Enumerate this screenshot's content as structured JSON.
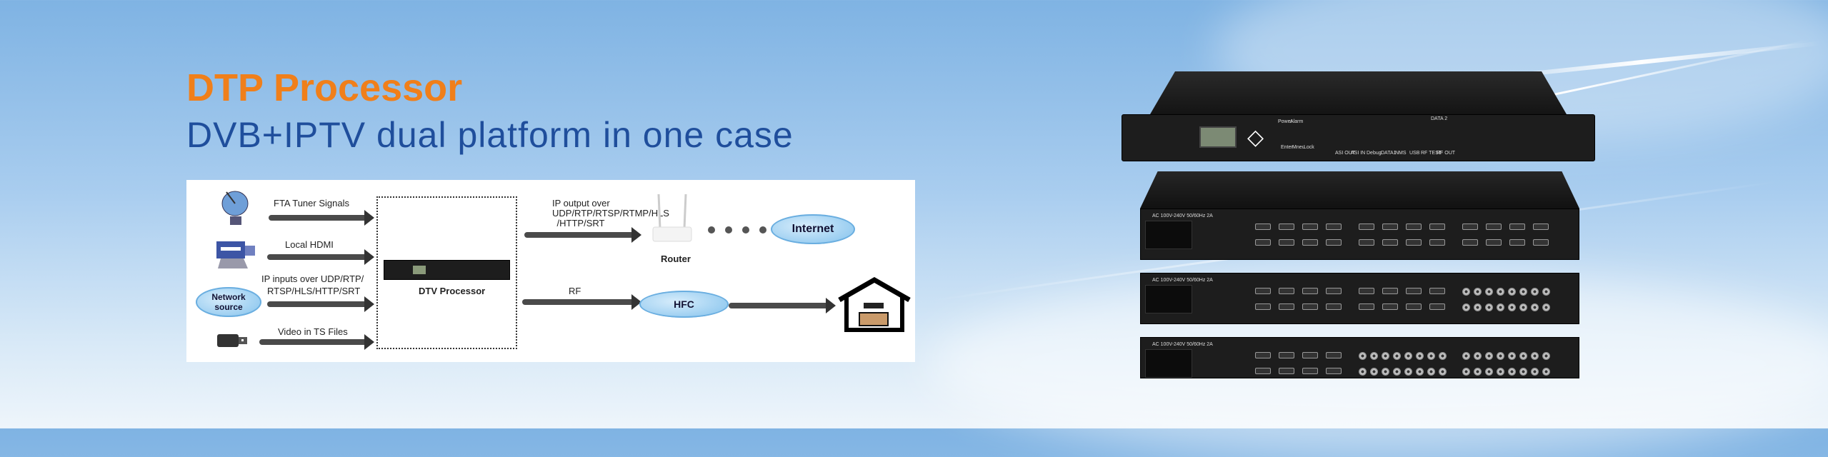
{
  "header": {
    "title": "DTP Processor",
    "subtitle": "DVB+IPTV dual platform in one case"
  },
  "diagram": {
    "inputs": [
      "FTA Tuner Signals",
      "Local HDMI",
      "IP inputs over UDP/RTP/",
      "RTSP/HLS/HTTP/SRT",
      "Video in TS Files"
    ],
    "network_source": [
      "Network",
      "source"
    ],
    "processor": "DTV Processor",
    "ip_output": [
      "IP output over",
      "UDP/RTP/RTSP/RTMP/HLS",
      "/HTTP/SRT"
    ],
    "router": "Router",
    "internet": "Internet",
    "rf": "RF",
    "hfc": "HFC"
  },
  "front_panel": {
    "buttons": [
      "Enter",
      "Mneu",
      "Lock"
    ],
    "leds": [
      "Power",
      "Alarm"
    ],
    "ports": [
      "ASI OUT",
      "ASI IN",
      "Debug",
      "DATA1",
      "NMS",
      "USB",
      "RF TEST",
      "RF OUT"
    ],
    "top_port": "DATA 2"
  },
  "rear_panel": {
    "power_label": "AC 100V-240V 50/60Hz 2A"
  },
  "colors": {
    "title": "#f07f1a",
    "subtitle": "#1f4e9c"
  }
}
